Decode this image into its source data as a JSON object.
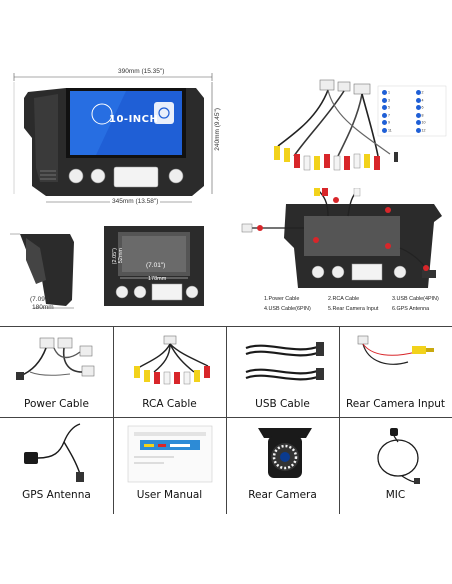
{
  "top_left": {
    "width_label": "390mm (15.35\")",
    "height_label": "240mm (9.45\")",
    "bottom_label": "345mm (13.58\")",
    "screen_text": "10-INCH"
  },
  "mid_left": {
    "depth_label": "(7.09\")",
    "depth_mm": "180mm",
    "inner_height": "(2.05\")",
    "inner_height_mm": "52mm",
    "inner_width": "(7.01\")",
    "inner_width_mm": "178mm"
  },
  "harness_legend": {
    "items": [
      "1",
      "2",
      "3",
      "4",
      "5",
      "6",
      "7",
      "8",
      "9",
      "10",
      "11",
      "12"
    ]
  },
  "accessory_legend": {
    "items": [
      "1.Power Cable",
      "2.RCA Cable",
      "3.USB Cable(4PIN)",
      "4.USB Cable(6PIN)",
      "5.Rear Camera Input",
      "6.GPS Antenna"
    ]
  },
  "products": [
    {
      "label": "Power Cable"
    },
    {
      "label": "RCA Cable"
    },
    {
      "label": "USB Cable"
    },
    {
      "label": "Rear Camera Input"
    },
    {
      "label": "GPS Antenna"
    },
    {
      "label": "User Manual"
    },
    {
      "label": "Rear Camera"
    },
    {
      "label": "MIC"
    }
  ],
  "colors": {
    "frame": "#2b2b2b",
    "screen_blue": "#1f5fd6",
    "grid": "#444444",
    "rca_yellow": "#f2d21b",
    "rca_red": "#d8262a",
    "rca_white": "#f4f4f4"
  }
}
